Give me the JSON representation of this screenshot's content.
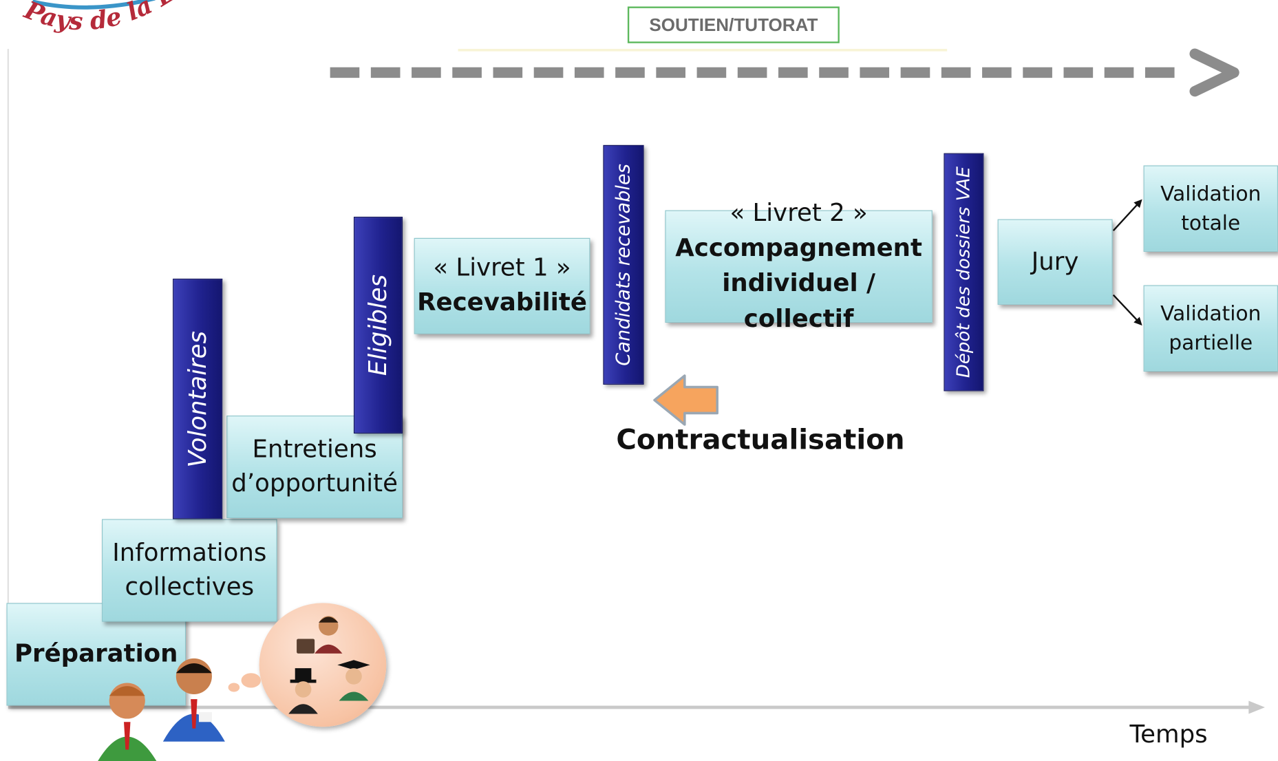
{
  "logo": {
    "text": "Pays de la Loire"
  },
  "header": {
    "label": "SOUTIEN/TUTORAT"
  },
  "axis": {
    "label": "Temps"
  },
  "steps": {
    "preparation": "Préparation",
    "informations": [
      "Informations",
      "collectives"
    ],
    "entretiens": [
      "Entretiens",
      "d’opportunité"
    ],
    "livret1": [
      "« Livret 1 »",
      "Recevabilité"
    ],
    "livret2": [
      "« Livret 2 »",
      "Accompagnement",
      "individuel / collectif"
    ],
    "jury": "Jury",
    "validation_totale": [
      "Validation",
      "totale"
    ],
    "validation_partielle": [
      "Validation",
      "partielle"
    ]
  },
  "gates": {
    "volontaires": "Volontaires",
    "eligibles": "Eligibles",
    "candidats": "Candidats recevables",
    "depot": "Dépôt des dossiers VAE"
  },
  "contract": {
    "label": "Contractualisation"
  },
  "colors": {
    "gate": "#20228f",
    "box": "#b3e3e8",
    "header_border": "#5cb85c",
    "arrow": "#f5a05a"
  }
}
